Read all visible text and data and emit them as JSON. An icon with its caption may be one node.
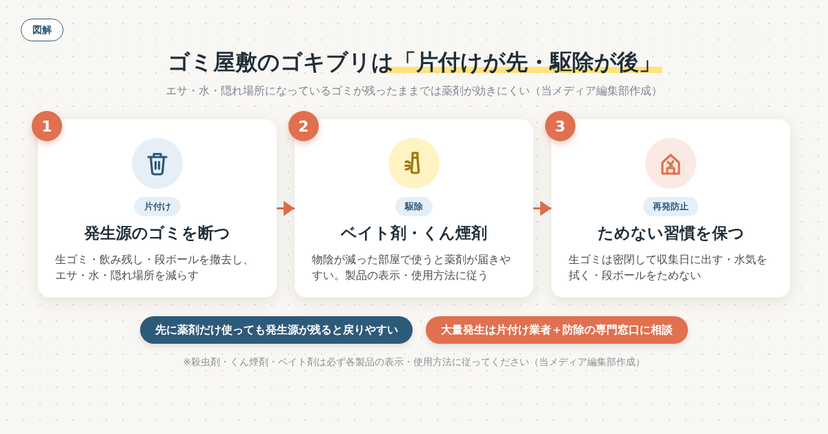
{
  "diagram": {
    "title": "ゴミ屋敷のゴキブリは「片付けが先・駆除が後」",
    "caption": "※殺虫剤・くん煙剤・ベイト剤は必ず各製品の表示・使用方法に従ってください（当メディア編集部作成）",
    "nodes": [
      {
        "text": [
          "図解"
        ]
      },
      {
        "text": [
          "1"
        ]
      },
      {
        "text": [
          "発生源のゴミを断つ",
          "生ゴミ・飲み残し・段ボールを撤去し、エサ・水・隠れ場所を減らす"
        ]
      },
      {
        "text": [
          "片付け"
        ],
        "in": 2
      },
      {
        "text": [
          "2"
        ]
      },
      {
        "text": [
          "ベイト剤・くん煙剤",
          "物陰が減った部屋で使うと薬剤が届きやすい。製品の表示・使用方法に従う"
        ]
      },
      {
        "text": [
          "駆除"
        ],
        "in": 5
      },
      {
        "text": [
          "3"
        ]
      },
      {
        "text": [
          "ためない習慣を保つ",
          "生ゴミは密閉して収集日に出す・水気を拭く・段ボールをためない"
        ]
      },
      {
        "text": [
          "再発防止"
        ],
        "in": 8
      },
      {
        "text": [
          "先に薬剤だけ使っても発生源が残ると戻りやすい"
        ]
      },
      {
        "text": [
          "大量発生は片付け業者＋防除の専門窓口に相談"
        ]
      }
    ],
    "edges": [
      {
        "from": 2,
        "to": 5,
        "arrow": "to"
      },
      {
        "from": 5,
        "to": 8,
        "arrow": "to"
      }
    ],
    "labels": [
      "エサ・水・隠れ場所になっているゴミが残ったままでは薬剤が効きにくい（当メディア編集部作成）"
    ]
  }
}
